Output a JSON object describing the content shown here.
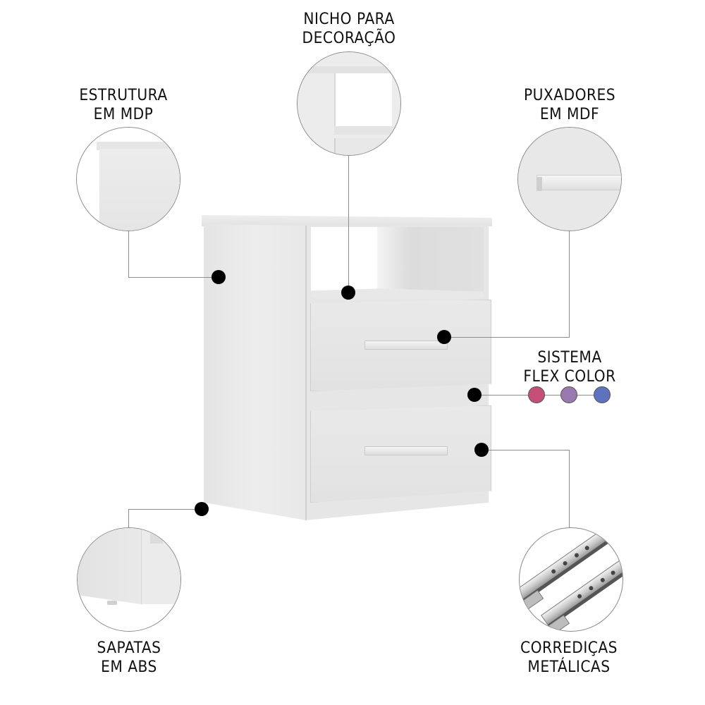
{
  "callouts": {
    "nicho": {
      "line1": "NICHO PARA",
      "line2": "DECORAÇÃO"
    },
    "estrutura": {
      "line1": "ESTRUTURA",
      "line2": "EM MDP"
    },
    "puxadores": {
      "line1": "PUXADORES",
      "line2": "EM MDF"
    },
    "flex": {
      "line1": "SISTEMA",
      "line2": "FLEX COLOR"
    },
    "sapatas": {
      "line1": "SAPATAS",
      "line2": "EM ABS"
    },
    "corredicas": {
      "line1": "CORREDIÇAS",
      "line2": "METÁLICAS"
    }
  },
  "flex_colors": [
    "#c4507a",
    "#9a78b0",
    "#5e72c0"
  ],
  "product": {
    "name": "nightstand",
    "drawers": 2,
    "open_niche": true,
    "color": "white"
  }
}
